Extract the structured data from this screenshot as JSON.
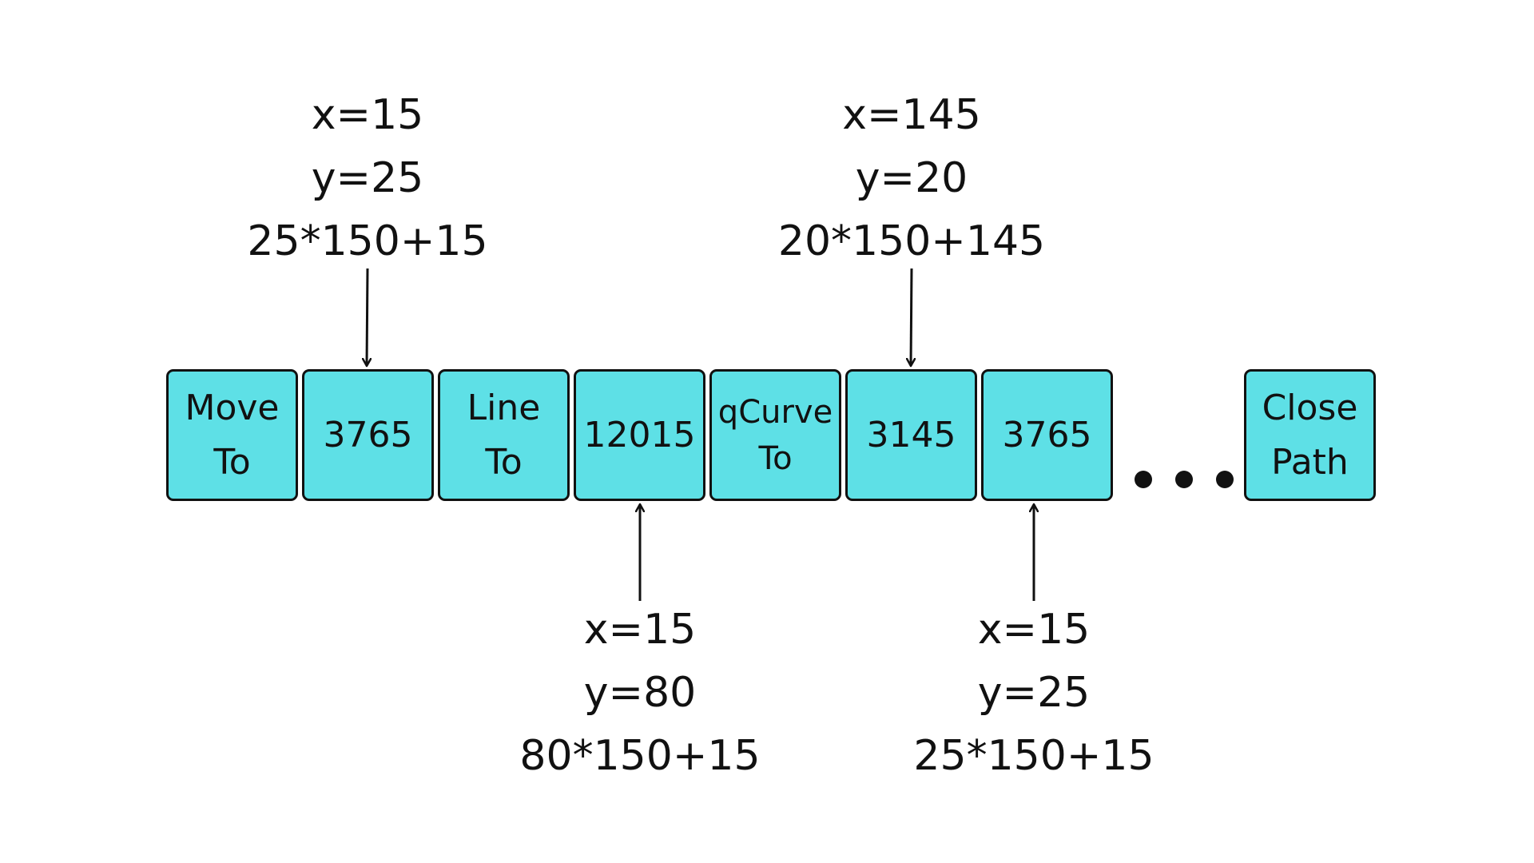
{
  "cells": [
    {
      "lines": [
        "Move",
        "To"
      ]
    },
    {
      "lines": [
        "3765"
      ]
    },
    {
      "lines": [
        "Line",
        "To"
      ]
    },
    {
      "lines": [
        "12015"
      ]
    },
    {
      "lines": [
        "qCurve",
        "To"
      ]
    },
    {
      "lines": [
        "3145"
      ]
    },
    {
      "lines": [
        "3765"
      ]
    },
    {
      "lines": [
        "Close",
        "Path"
      ]
    }
  ],
  "ellipsis": "...",
  "annotations": {
    "above_3765": {
      "x": "x=15",
      "y": "y=25",
      "formula": "25*150+15"
    },
    "above_3145": {
      "x": "x=145",
      "y": "y=20",
      "formula": "20*150+145"
    },
    "below_12015": {
      "x": "x=15",
      "y": "y=80",
      "formula": "80*150+15"
    },
    "below_3765": {
      "x": "x=15",
      "y": "y=25",
      "formula": "25*150+15"
    }
  },
  "colors": {
    "cell_fill": "#5ee0e6",
    "stroke": "#111111",
    "background": "#ffffff"
  }
}
